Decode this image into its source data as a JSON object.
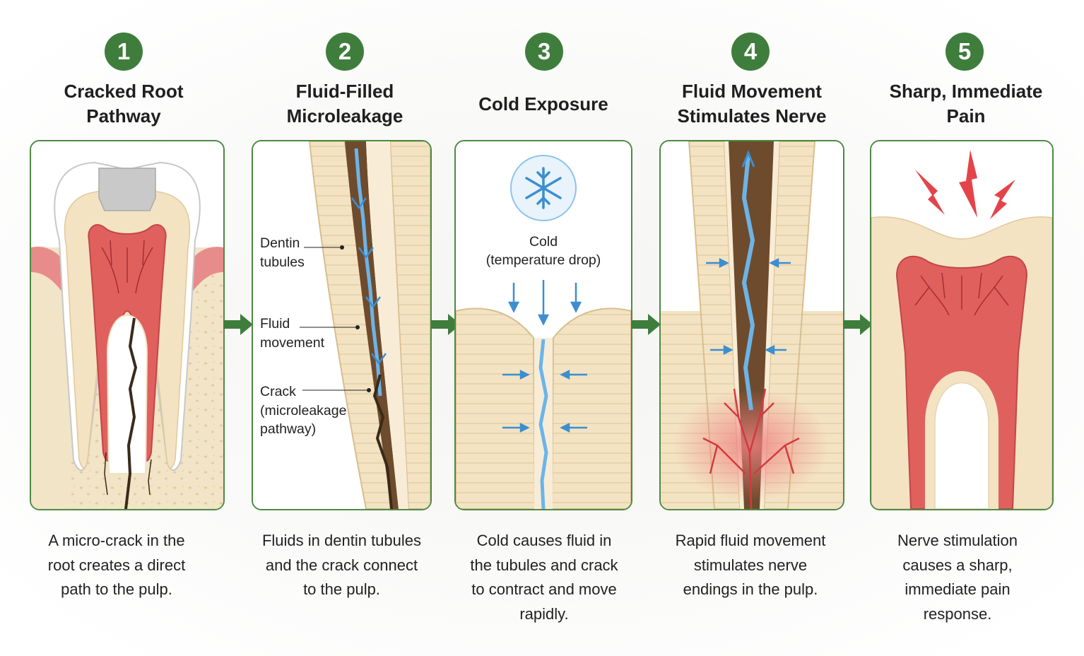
{
  "steps": [
    {
      "number": "1",
      "title": "Cracked Root\nPathway",
      "caption": "A micro-crack in the\nroot creates a direct\npath to the pulp."
    },
    {
      "number": "2",
      "title": "Fluid-Filled\nMicroleakage",
      "caption": "Fluids in dentin tubules\nand the crack connect\nto the pulp.",
      "labels": {
        "dentin_line1": "Dentin",
        "dentin_line2": "tubules",
        "fluid_line1": "Fluid",
        "fluid_line2": "movement",
        "crack_line1": "Crack",
        "crack_line2": "(microleakage",
        "crack_line3": "pathway)"
      }
    },
    {
      "number": "3",
      "title": "Cold Exposure",
      "caption": "Cold causes fluid in\nthe tubules and crack\nto contract and move\nrapidly.",
      "labels": {
        "cold_line1": "Cold",
        "cold_line2": "(temperature drop)"
      }
    },
    {
      "number": "4",
      "title": "Fluid Movement\nStimulates Nerve",
      "caption": "Rapid fluid movement\nstimulates nerve\nendings in the pulp."
    },
    {
      "number": "5",
      "title": "Sharp, Immediate\nPain",
      "caption": "Nerve stimulation\ncauses a sharp,\nimmediate pain\nresponse."
    }
  ],
  "icons": {
    "step_arrow": "right-arrow-icon",
    "cold": "snowflake-icon",
    "pain": "lightning-bolt-icon"
  },
  "colors": {
    "accent_green": "#3f7d3c",
    "panel_border": "#4c8a43",
    "dentin": "#f3e3c3",
    "pulp": "#e0605e",
    "gum": "#e88b8b",
    "fluid": "#6cb4e8",
    "crack": "#3a2a1a"
  }
}
